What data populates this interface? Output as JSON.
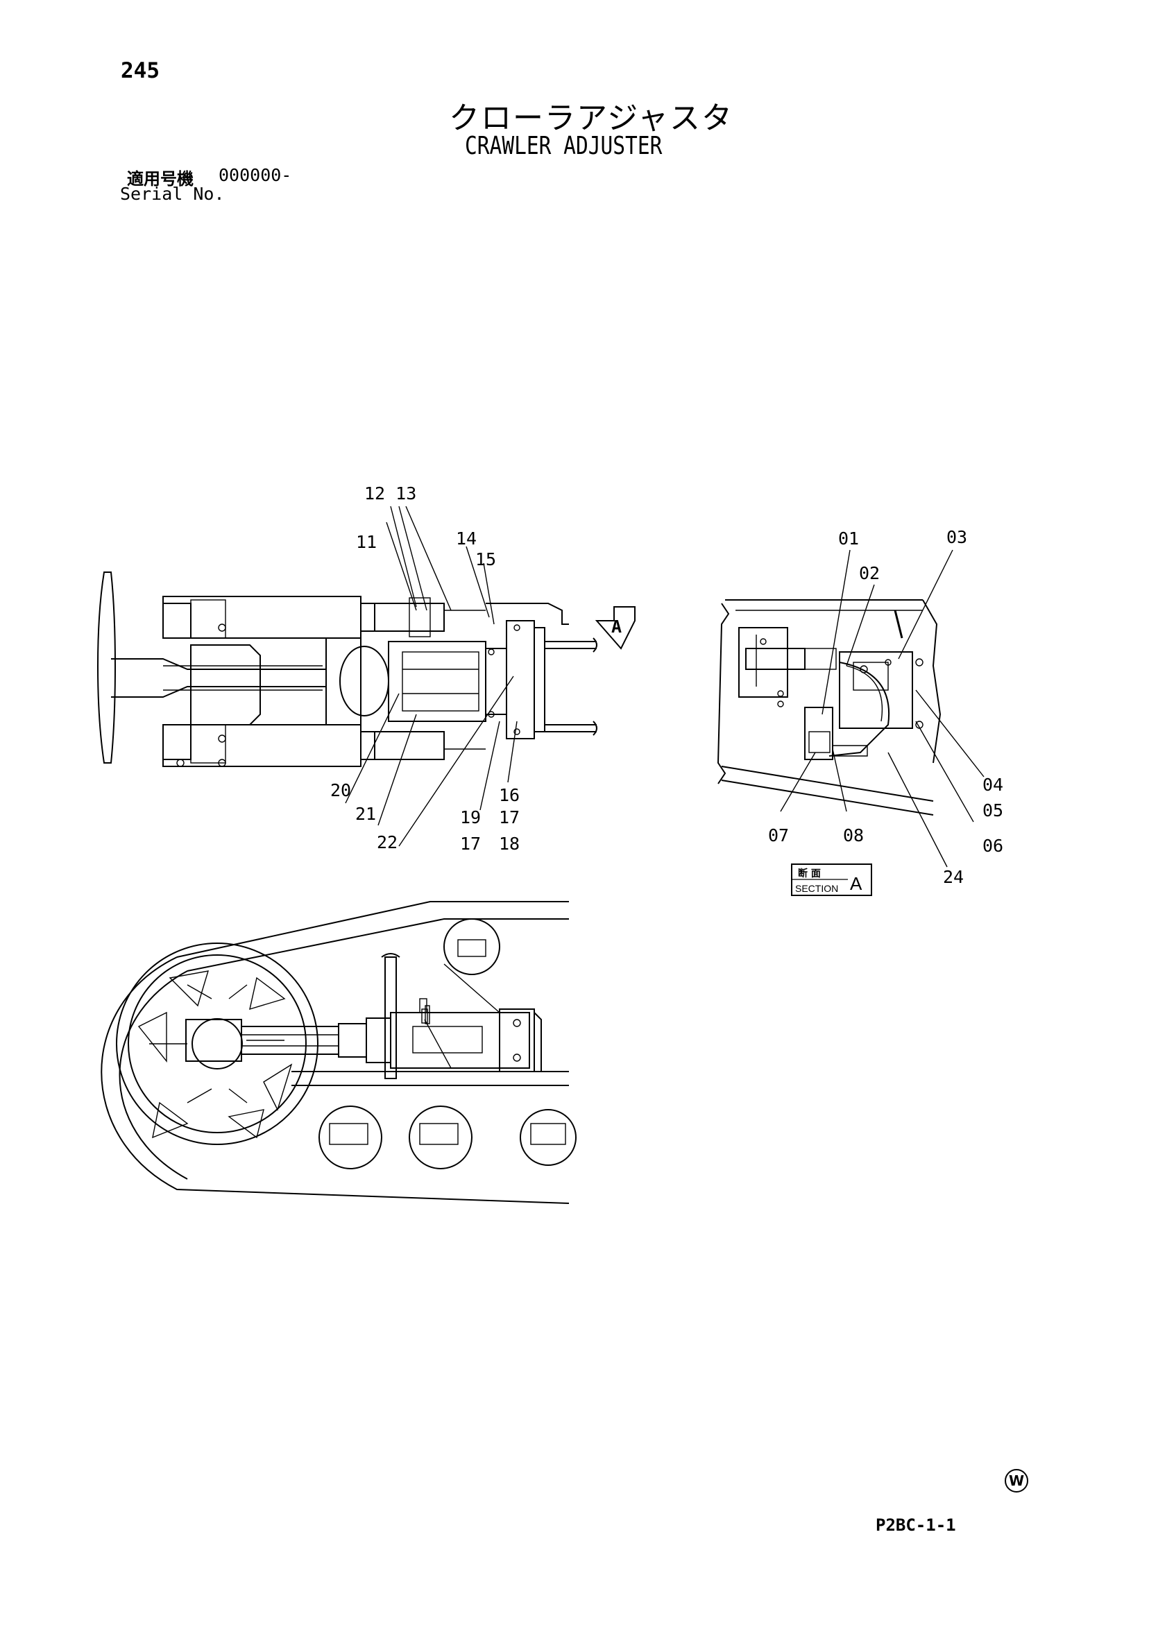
{
  "page": {
    "number": "245",
    "title_ja": "クローラアジャスタ",
    "title_en": "CRAWLER ADJUSTER",
    "serial_label_ja": "適用号機",
    "serial_value": "000000-",
    "serial_label_en": "Serial No.",
    "footer_code": "P2BC-1-1",
    "w_mark": "W"
  },
  "callouts": {
    "c01": "01",
    "c02": "02",
    "c03": "03",
    "c04": "04",
    "c05": "05",
    "c06": "06",
    "c07": "07",
    "c08": "08",
    "c11": "11",
    "c12_13": "12 13",
    "c14": "14",
    "c15": "15",
    "c16": "16",
    "c17a": "17",
    "c19": "19",
    "c17b": "17",
    "c18": "18",
    "c20": "20",
    "c21": "21",
    "c22": "22",
    "c24": "24"
  },
  "view_marker": {
    "arrow_letter": "A"
  },
  "section_tag": {
    "ja": "断 面",
    "en": "SECTION",
    "letter": "A"
  }
}
